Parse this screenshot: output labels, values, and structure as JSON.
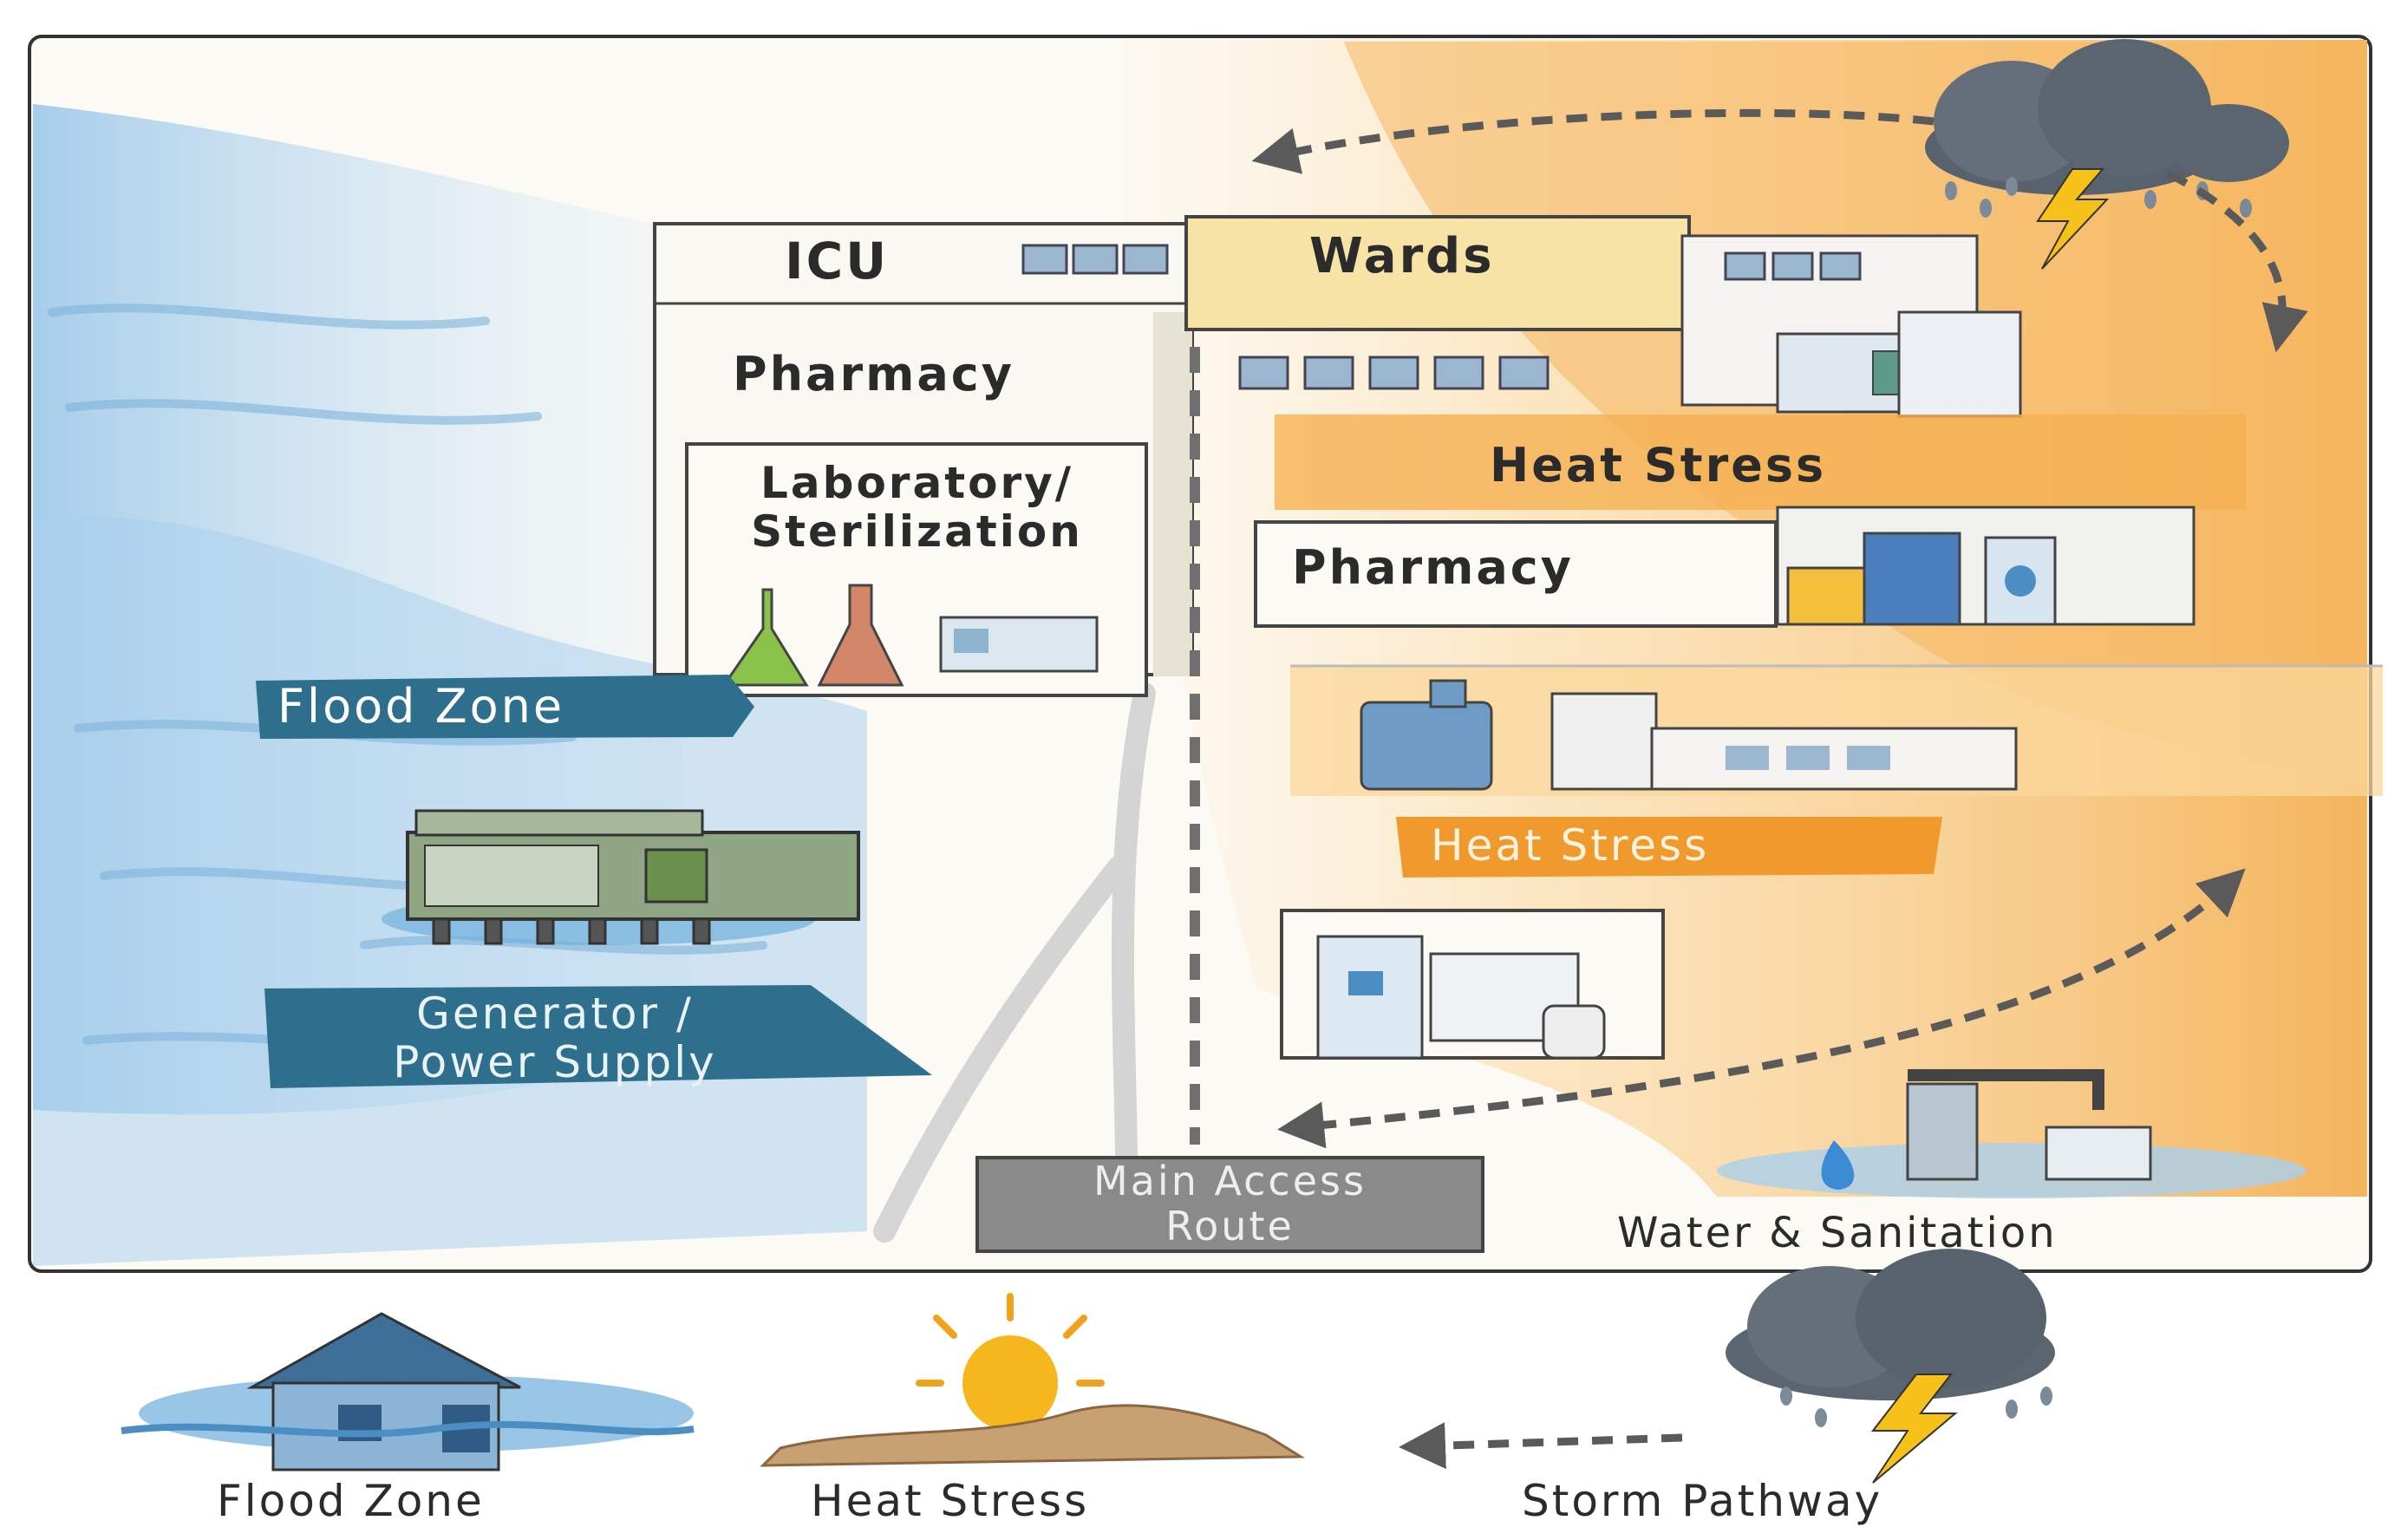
{
  "map": {
    "zones": {
      "icu": "ICU",
      "wards": "Wards",
      "pharmacy_upper": "Pharmacy",
      "laboratory_line1": "Laboratory/",
      "laboratory_line2": "Sterilization",
      "pharmacy_lower": "Pharmacy",
      "heat_stress_upper": "Heat Stress",
      "heat_stress_lower": "Heat Stress",
      "flood_zone": "Flood Zone",
      "generator_line1": "Generator /",
      "generator_line2": "Power Supply",
      "main_access_line1": "Main Access",
      "main_access_line2": "Route",
      "water_sanitation": "Water & Sanitation"
    }
  },
  "legend": {
    "items": [
      {
        "label": "Flood Zone",
        "icon": "flooded-house-icon"
      },
      {
        "label": "Heat Stress",
        "icon": "sun-over-dry-land-icon"
      },
      {
        "label": "Storm Pathway",
        "icon": "storm-cloud-lightning-icon"
      }
    ]
  },
  "colors": {
    "flood": "#5b9fd0",
    "heat": "#f2a53c",
    "storm": "#5a6570",
    "label_teal": "#2e6f8d",
    "route_gray": "#7f7f7f"
  }
}
